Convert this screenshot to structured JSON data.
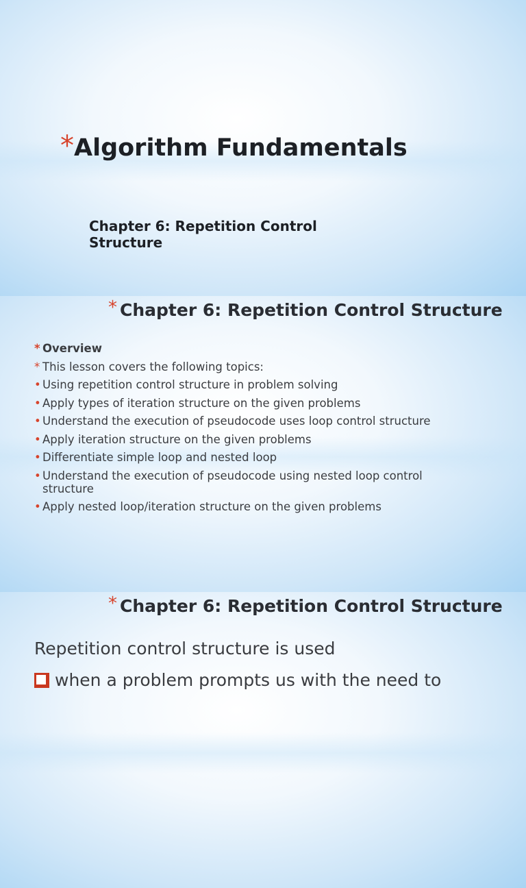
{
  "slide1": {
    "title": "Algorithm Fundamentals",
    "subtitle": "Chapter 6: Repetition Control Structure"
  },
  "slide2": {
    "title": "Chapter 6: Repetition Control Structure",
    "items": [
      {
        "marker": "*",
        "text": "Overview"
      },
      {
        "marker": "*",
        "text": "This lesson covers the following topics:"
      },
      {
        "marker": "•",
        "text": "Using repetition control structure in problem solving"
      },
      {
        "marker": "•",
        "text": "Apply types of iteration structure on the given problems"
      },
      {
        "marker": "•",
        "text": "Understand the execution of pseudocode uses loop control structure"
      },
      {
        "marker": "•",
        "text": "Apply iteration structure on the given problems"
      },
      {
        "marker": "•",
        "text": "Differentiate simple loop and nested loop"
      },
      {
        "marker": "•",
        "text": "Understand the execution of pseudocode using nested loop control structure"
      },
      {
        "marker": "•",
        "text": "Apply nested loop/iteration structure on the given problems"
      }
    ]
  },
  "slide3": {
    "title": "Chapter 6: Repetition Control Structure",
    "intro": "Repetition control structure is used",
    "bullet": "when a problem prompts us with the need to"
  },
  "colors": {
    "accent": "#d7432b",
    "text": "#3a3c40"
  }
}
